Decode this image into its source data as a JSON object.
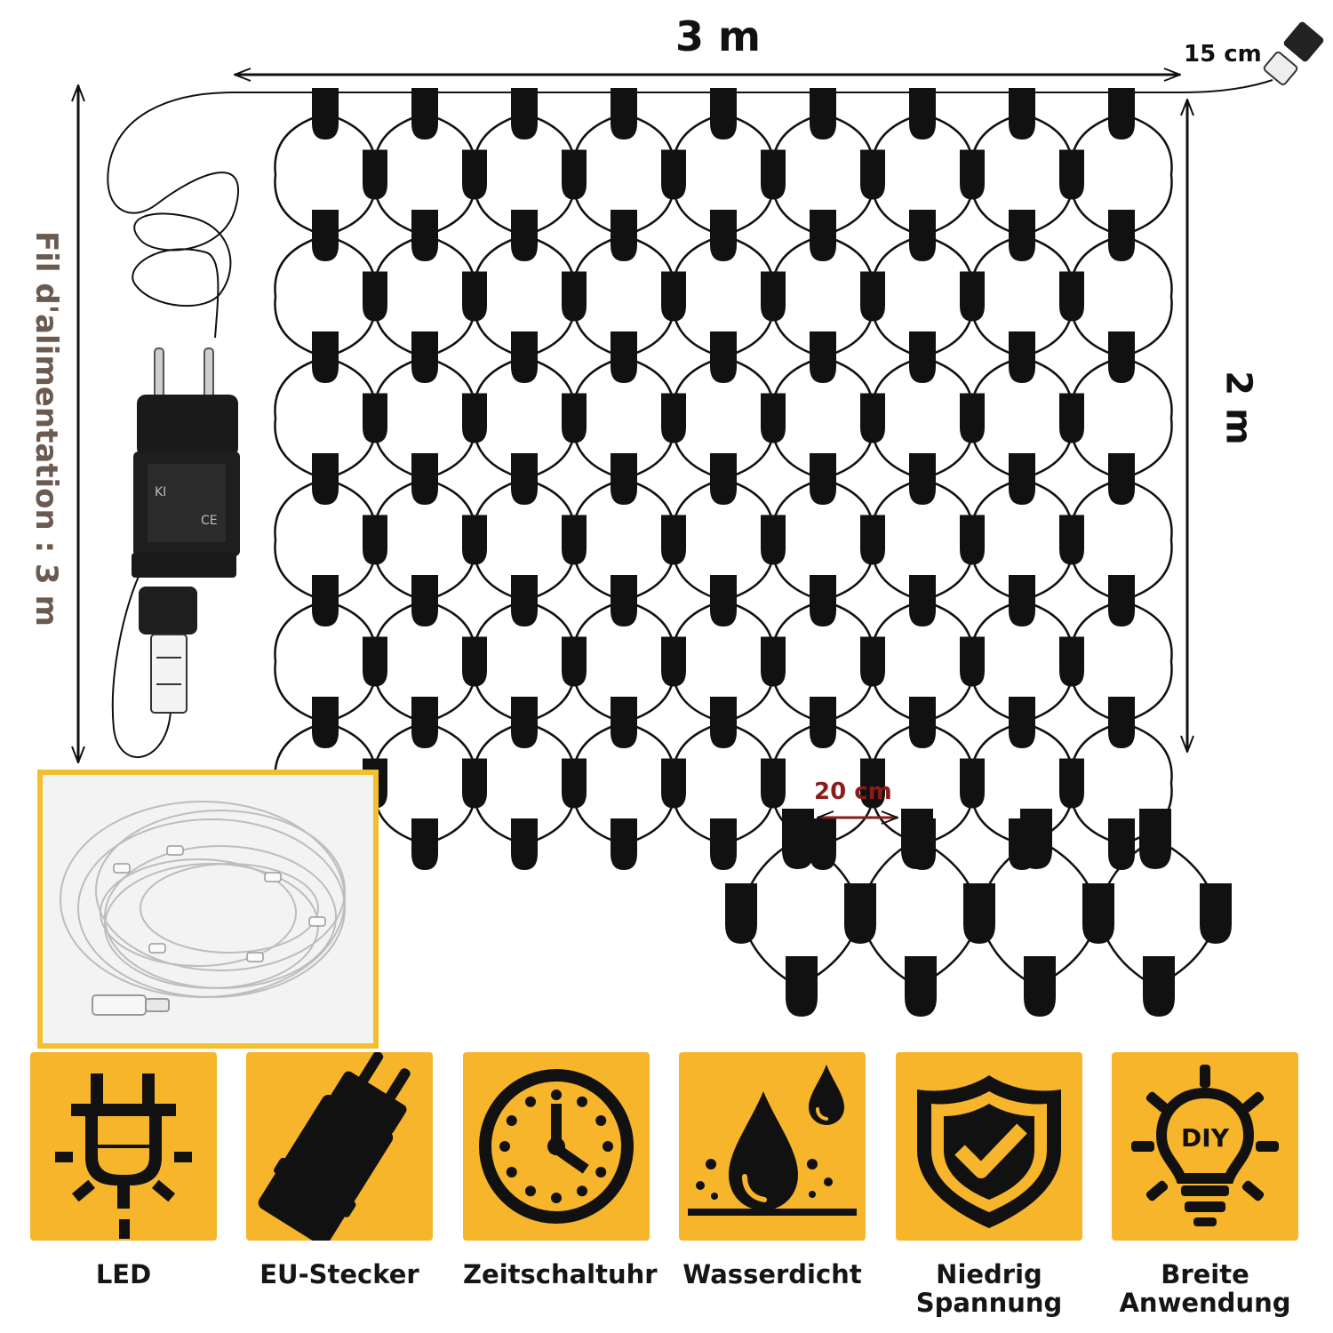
{
  "dimensions": {
    "width": "3 m",
    "lead": "15 cm",
    "height": "2 m",
    "cable": "Fil d'alimentation : 3 m",
    "spacing": "20 cm"
  },
  "net": {
    "columns": 9,
    "rows": 6
  },
  "detail": {
    "columns": 4
  },
  "colors": {
    "accent": "#f6b52a",
    "frame": "#f4bf2e",
    "spacing": "#8a1c1c",
    "cable_label": "#6b5a50"
  },
  "features": [
    {
      "icon": "led-icon",
      "label": "LED"
    },
    {
      "icon": "eu-plug-icon",
      "label": "EU-Stecker"
    },
    {
      "icon": "clock-icon",
      "label": "Zeitschaltuhr"
    },
    {
      "icon": "waterdrop-icon",
      "label": "Wasserdicht"
    },
    {
      "icon": "shield-check-icon",
      "label": "Niedrig Spannung"
    },
    {
      "icon": "diy-bulb-icon",
      "label": "Breite Anwendung"
    }
  ],
  "adapter": {
    "brand": "KI",
    "mark": "CE"
  },
  "icon_text": {
    "diy": "DIY"
  }
}
